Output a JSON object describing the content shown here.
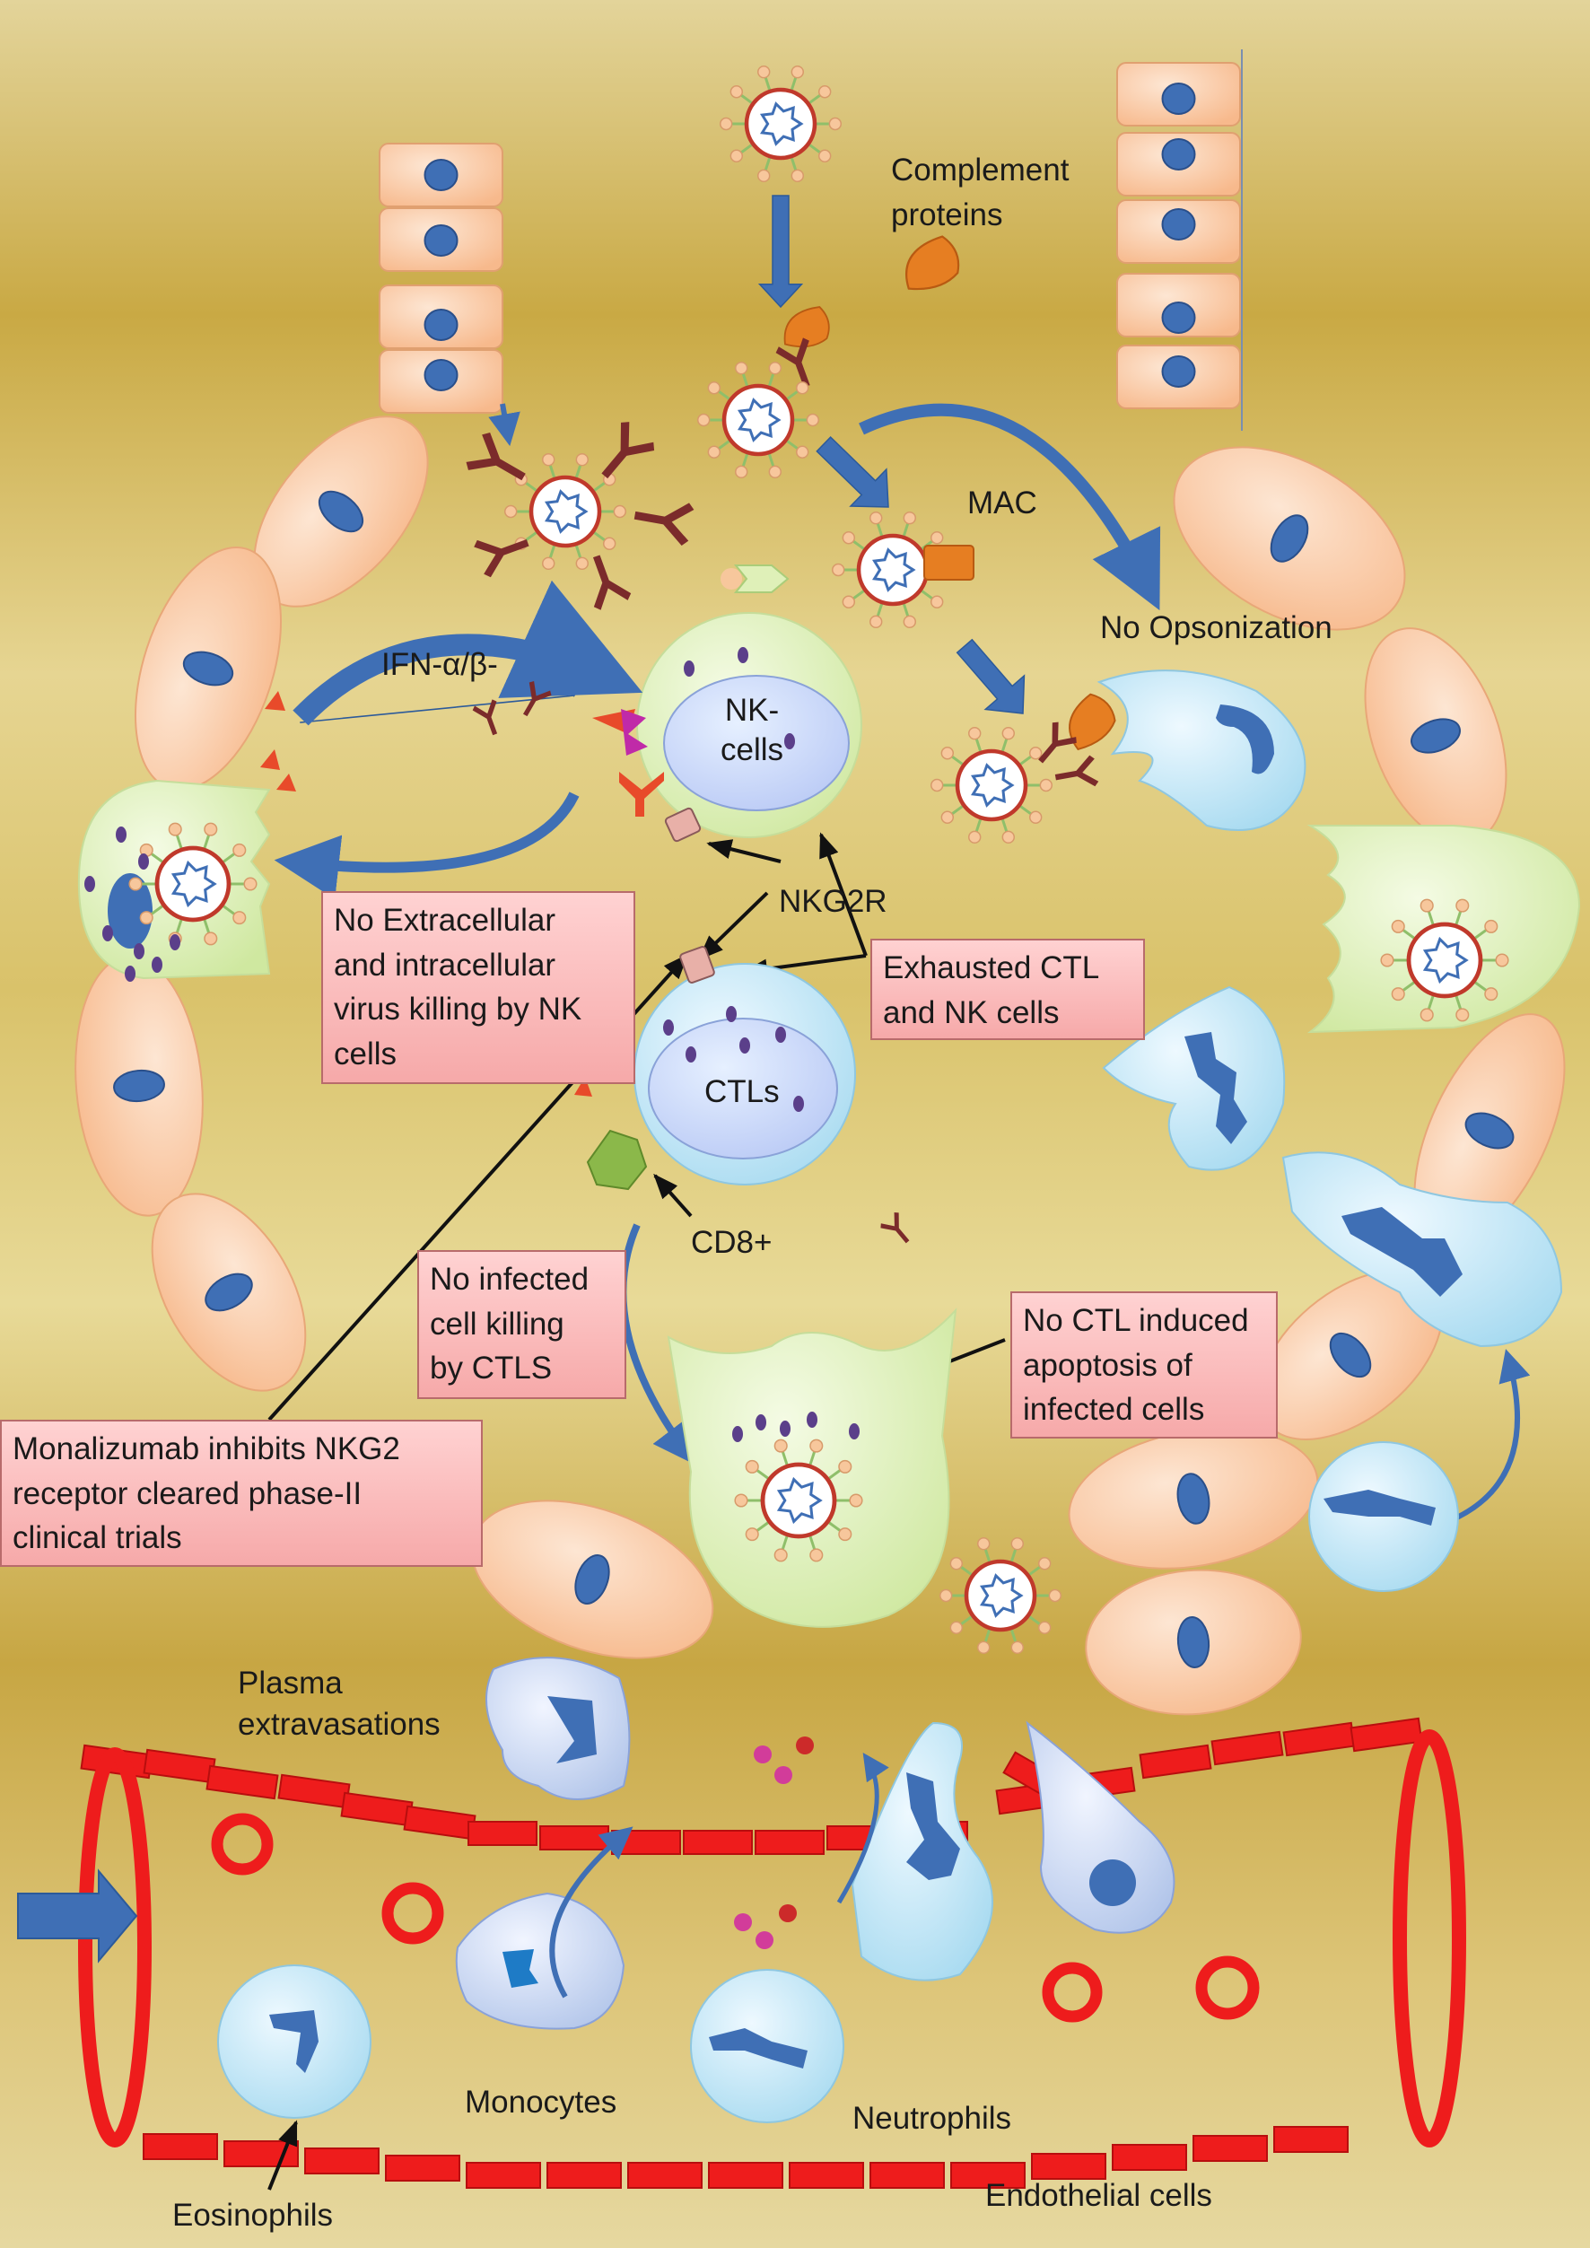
{
  "labels": {
    "complement": "Complement\nproteins",
    "mac": "MAC",
    "no_opsonization": "No Opsonization",
    "ifn": "IFN-α/β-",
    "nk_cells": "NK-\ncells",
    "nkg2r": "NKG2R",
    "ctls": "CTLs",
    "cd8": "CD8+",
    "plasma": "Plasma\nextravasations",
    "monocytes": "Monocytes",
    "neutrophils": "Neutrophils",
    "endothelial": "Endothelial cells",
    "eosinophils": "Eosinophils"
  },
  "boxes": {
    "no_extracellular": "No Extracellular\nand intracellular\nvirus killing by NK\ncells",
    "exhausted": "Exhausted CTL\nand  NK cells",
    "no_infected": "No infected\ncell killing\nby CTLS",
    "no_ctl": "No CTL induced\napoptosis of\ninfected cells",
    "monalizumab": "Monalizumab inhibits NKG2\nreceptor cleared phase-II\nclinical trials"
  },
  "colors": {
    "epithelial": "#fbc9a3",
    "nucleus": "#3f6fb5",
    "infected_cell": "#dff0b8",
    "immune_cell": "#bfe6f4",
    "virus_ring": "#c0392b",
    "virus_spike": "#f7c79c",
    "arrow": "#3f6fb5",
    "complement": "#e67e22",
    "antibody": "#7b2b2b",
    "vessel": "#ee1c1c",
    "pink_box": "#f8b4b4"
  },
  "icons": [
    "virus-icon",
    "antibody-icon",
    "complement-protein-icon",
    "nucleus-icon",
    "red-blood-cell-icon",
    "arrow-icon"
  ]
}
